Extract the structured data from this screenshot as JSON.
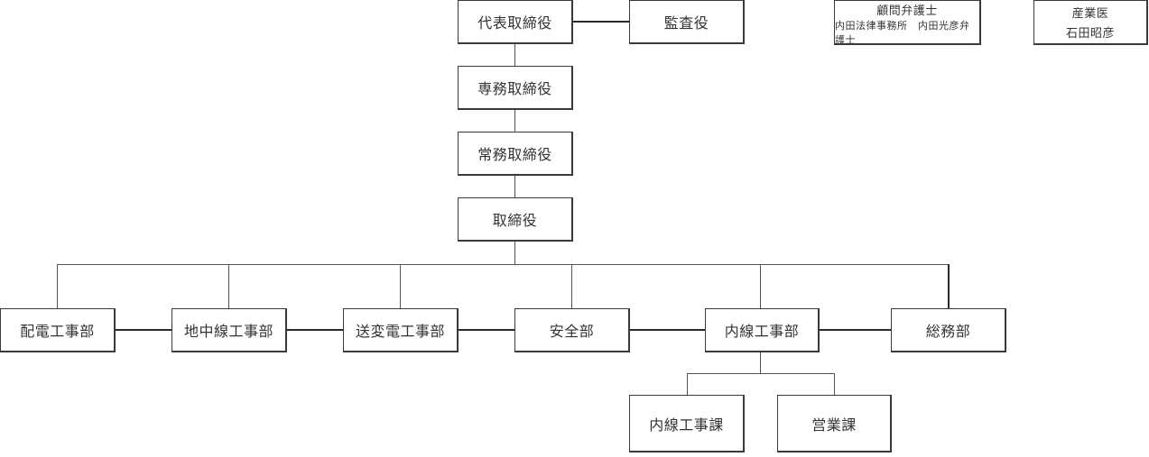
{
  "org_chart": {
    "executives": {
      "president": "代表取締役",
      "auditor": "監査役",
      "senior_managing_director": "専務取締役",
      "managing_director": "常務取締役",
      "director": "取締役"
    },
    "advisors": {
      "legal": {
        "title": "顧問弁護士",
        "detail": "内田法律事務所　内田光彦弁護士"
      },
      "industrial_physician": {
        "title": "産業医",
        "name": "石田昭彦"
      }
    },
    "departments": [
      "配電工事部",
      "地中線工事部",
      "送変電工事部",
      "安全部",
      "内線工事部",
      "総務部"
    ],
    "sections": [
      "内線工事課",
      "営業課"
    ]
  }
}
